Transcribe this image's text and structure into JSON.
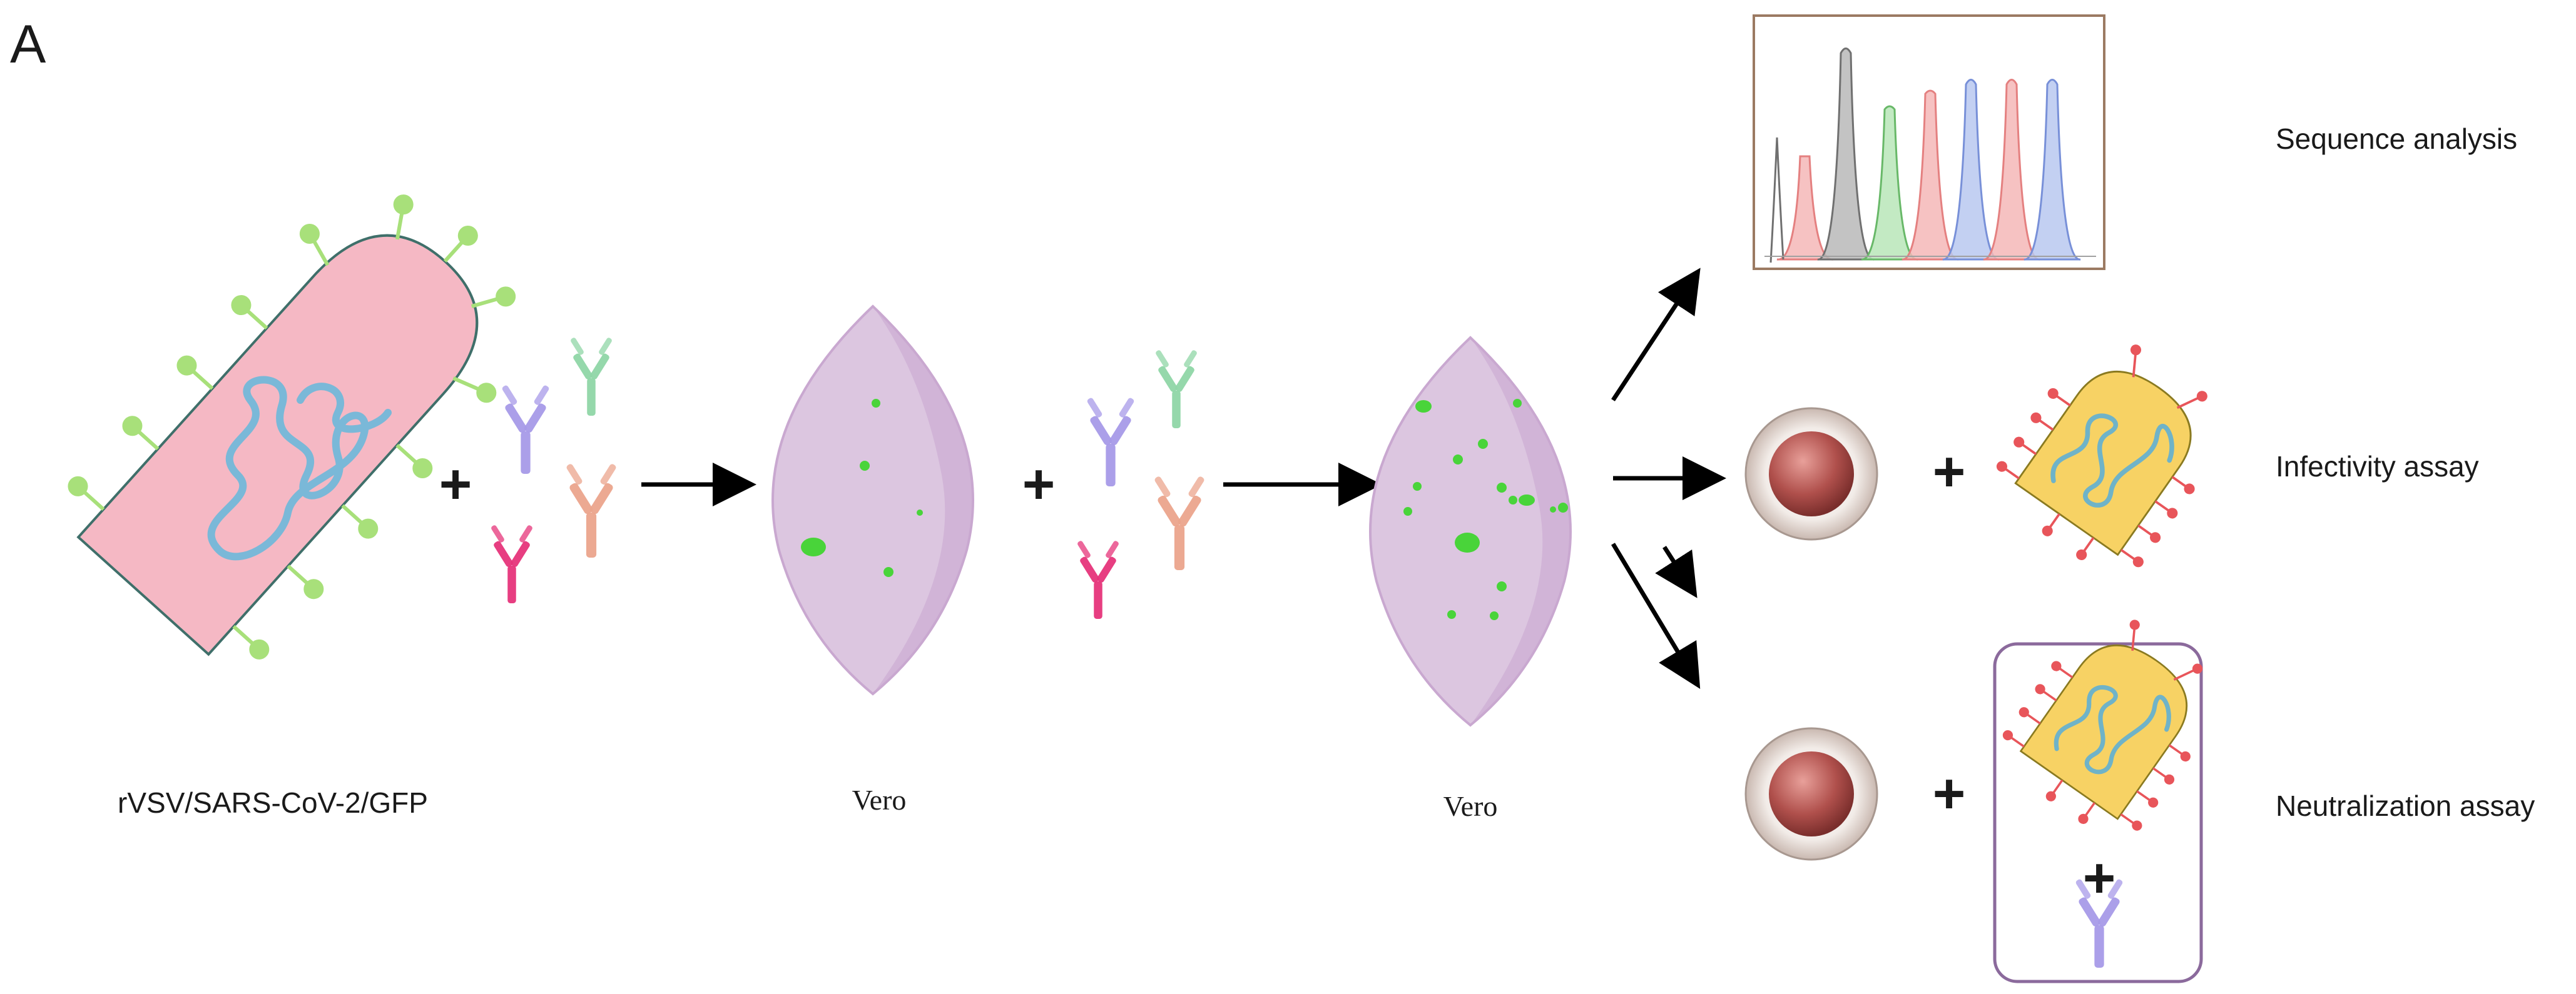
{
  "panel_letter": "A",
  "labels": {
    "virus": "rVSV/SARS-CoV-2/GFP",
    "vero_1": "Vero",
    "vero_2": "Vero",
    "sequence": "Sequence analysis",
    "infectivity": "Infectivity assay",
    "neutralization": "Neutralization assay"
  },
  "symbols": {
    "plus": "+"
  },
  "colors": {
    "virus_body": "#f5b8c4",
    "virus_outline": "#3f6f6a",
    "rna": "#7ab8d8",
    "spike": "#a8e07a",
    "cell": "#dcc6e0",
    "cell_edge": "#c9a8d0",
    "gfp": "#49d43a",
    "antibody_purple": "#a79ae8",
    "antibody_green": "#8fd6a6",
    "antibody_salmon": "#eba48c",
    "antibody_pink": "#e6347a",
    "pseudovirus_body": "#f7d264",
    "pseudovirus_spike": "#e8555a",
    "chromatogram_border": "#9b7a62",
    "peak_red": "#f4b7b7",
    "peak_grey": "#b8b8b8",
    "peak_green": "#b8e6b8",
    "peak_blue": "#b8c8f0",
    "box_border": "#8b6a9c"
  }
}
